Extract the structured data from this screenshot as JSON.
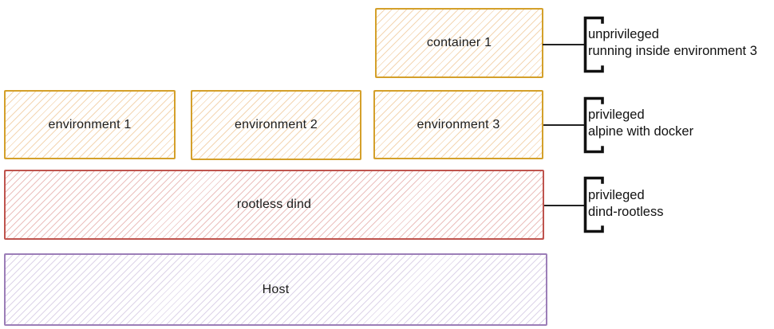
{
  "diagram": {
    "boxes": [
      {
        "id": "container-1",
        "label": "container 1",
        "style": "orange"
      },
      {
        "id": "environment-1",
        "label": "environment 1",
        "style": "orange"
      },
      {
        "id": "environment-2",
        "label": "environment 2",
        "style": "orange"
      },
      {
        "id": "environment-3",
        "label": "environment 3",
        "style": "orange"
      },
      {
        "id": "rootless-dind",
        "label": "rootless dind",
        "style": "red"
      },
      {
        "id": "host",
        "label": "Host",
        "style": "purple"
      }
    ],
    "annotations": [
      {
        "target": "container 1",
        "lines": [
          "unprivileged",
          "running inside environment 3"
        ]
      },
      {
        "target": "environment 3",
        "lines": [
          "privileged",
          "alpine with docker"
        ]
      },
      {
        "target": "rootless dind",
        "lines": [
          "privileged",
          "dind-rootless"
        ]
      }
    ],
    "colors": {
      "orange_border": "#d4a02a",
      "red_border": "#bf544e",
      "purple_border": "#9c7eb8",
      "ink": "#111111"
    }
  }
}
